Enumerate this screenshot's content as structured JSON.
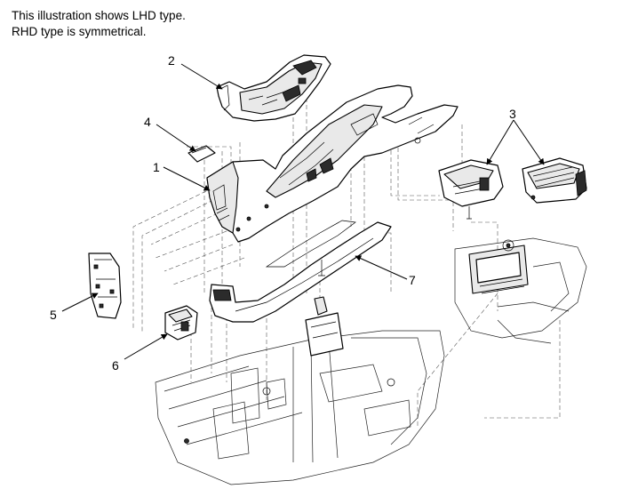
{
  "note": {
    "line1": "This illustration shows LHD type.",
    "line2": "RHD type is symmetrical."
  },
  "callouts": {
    "c1": "1",
    "c2": "2",
    "c3": "3",
    "c4": "4",
    "c5": "5",
    "c6": "6",
    "c7": "7"
  }
}
